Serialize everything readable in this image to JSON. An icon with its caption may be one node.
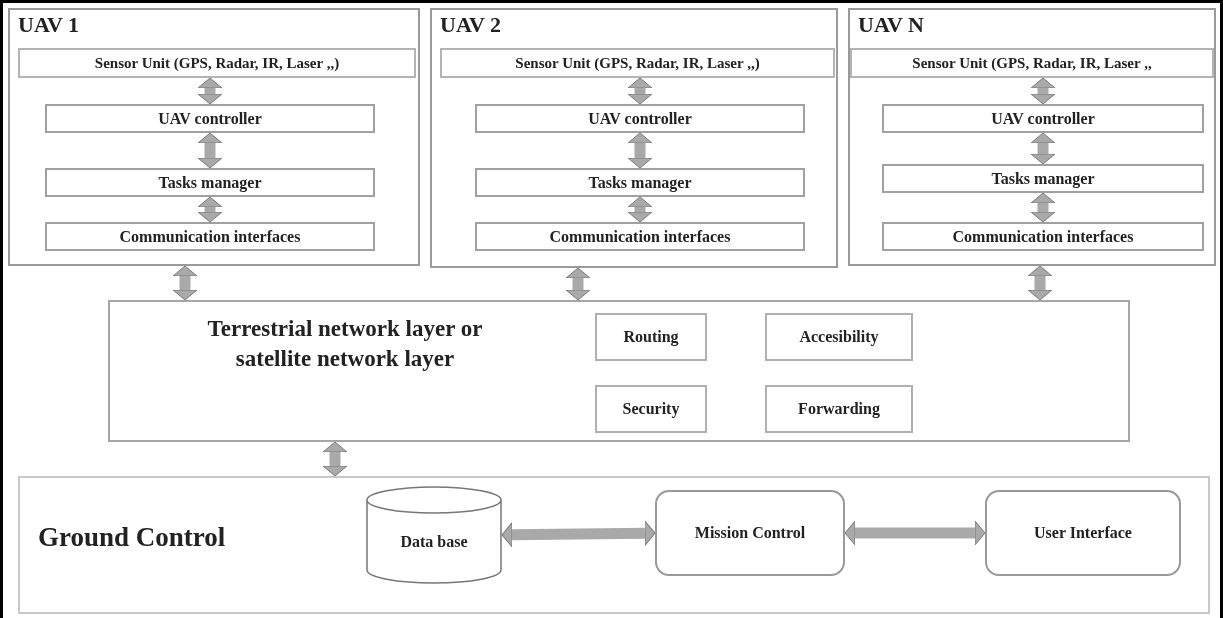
{
  "diagram": {
    "nodes": [
      {
        "text": [
          "UAV 1"
        ]
      },
      {
        "text": [
          "Sensor Unit (GPS, Radar, IR, Laser ,,)"
        ],
        "in": 0
      },
      {
        "text": [
          "UAV controller"
        ],
        "in": 0
      },
      {
        "text": [
          "Tasks manager"
        ],
        "in": 0
      },
      {
        "text": [
          "Communication interfaces"
        ],
        "in": 0
      },
      {
        "text": [
          "UAV 2"
        ]
      },
      {
        "text": [
          "Sensor Unit (GPS, Radar, IR, Laser ,,)"
        ],
        "in": 5
      },
      {
        "text": [
          "UAV controller"
        ],
        "in": 5
      },
      {
        "text": [
          "Tasks manager"
        ],
        "in": 5
      },
      {
        "text": [
          "Communication interfaces"
        ],
        "in": 5
      },
      {
        "text": [
          "UAV N"
        ]
      },
      {
        "text": [
          "Sensor Unit (GPS, Radar, IR, Laser ,,"
        ],
        "in": 10
      },
      {
        "text": [
          "UAV controller"
        ],
        "in": 10
      },
      {
        "text": [
          "Tasks manager"
        ],
        "in": 10
      },
      {
        "text": [
          "Communication interfaces"
        ],
        "in": 10
      },
      {
        "text": [
          "Terrestrial network layer or satellite network layer"
        ]
      },
      {
        "text": [
          "Routing"
        ],
        "in": 15
      },
      {
        "text": [
          "Accesibility"
        ],
        "in": 15
      },
      {
        "text": [
          "Security"
        ],
        "in": 15
      },
      {
        "text": [
          "Forwarding"
        ],
        "in": 15
      },
      {
        "text": [
          "Ground Control"
        ]
      },
      {
        "text": [
          "Data base"
        ],
        "in": 20
      },
      {
        "text": [
          "Mission Control"
        ],
        "in": 20
      },
      {
        "text": [
          "User Interface"
        ],
        "in": 20
      }
    ],
    "edges": [
      {
        "from": 1,
        "to": 2,
        "arrow": "both"
      },
      {
        "from": 2,
        "to": 3,
        "arrow": "both"
      },
      {
        "from": 3,
        "to": 4,
        "arrow": "both"
      },
      {
        "from": 6,
        "to": 7,
        "arrow": "both"
      },
      {
        "from": 7,
        "to": 8,
        "arrow": "both"
      },
      {
        "from": 8,
        "to": 9,
        "arrow": "both"
      },
      {
        "from": 11,
        "to": 12,
        "arrow": "both"
      },
      {
        "from": 12,
        "to": 13,
        "arrow": "both"
      },
      {
        "from": 13,
        "to": 14,
        "arrow": "both"
      },
      {
        "from": 0,
        "to": 15,
        "arrow": "both"
      },
      {
        "from": 5,
        "to": 15,
        "arrow": "both"
      },
      {
        "from": 10,
        "to": 15,
        "arrow": "both"
      },
      {
        "from": 15,
        "to": 20,
        "arrow": "both"
      },
      {
        "from": 21,
        "to": 22,
        "arrow": "both"
      },
      {
        "from": 22,
        "to": 23,
        "arrow": "both"
      }
    ]
  }
}
